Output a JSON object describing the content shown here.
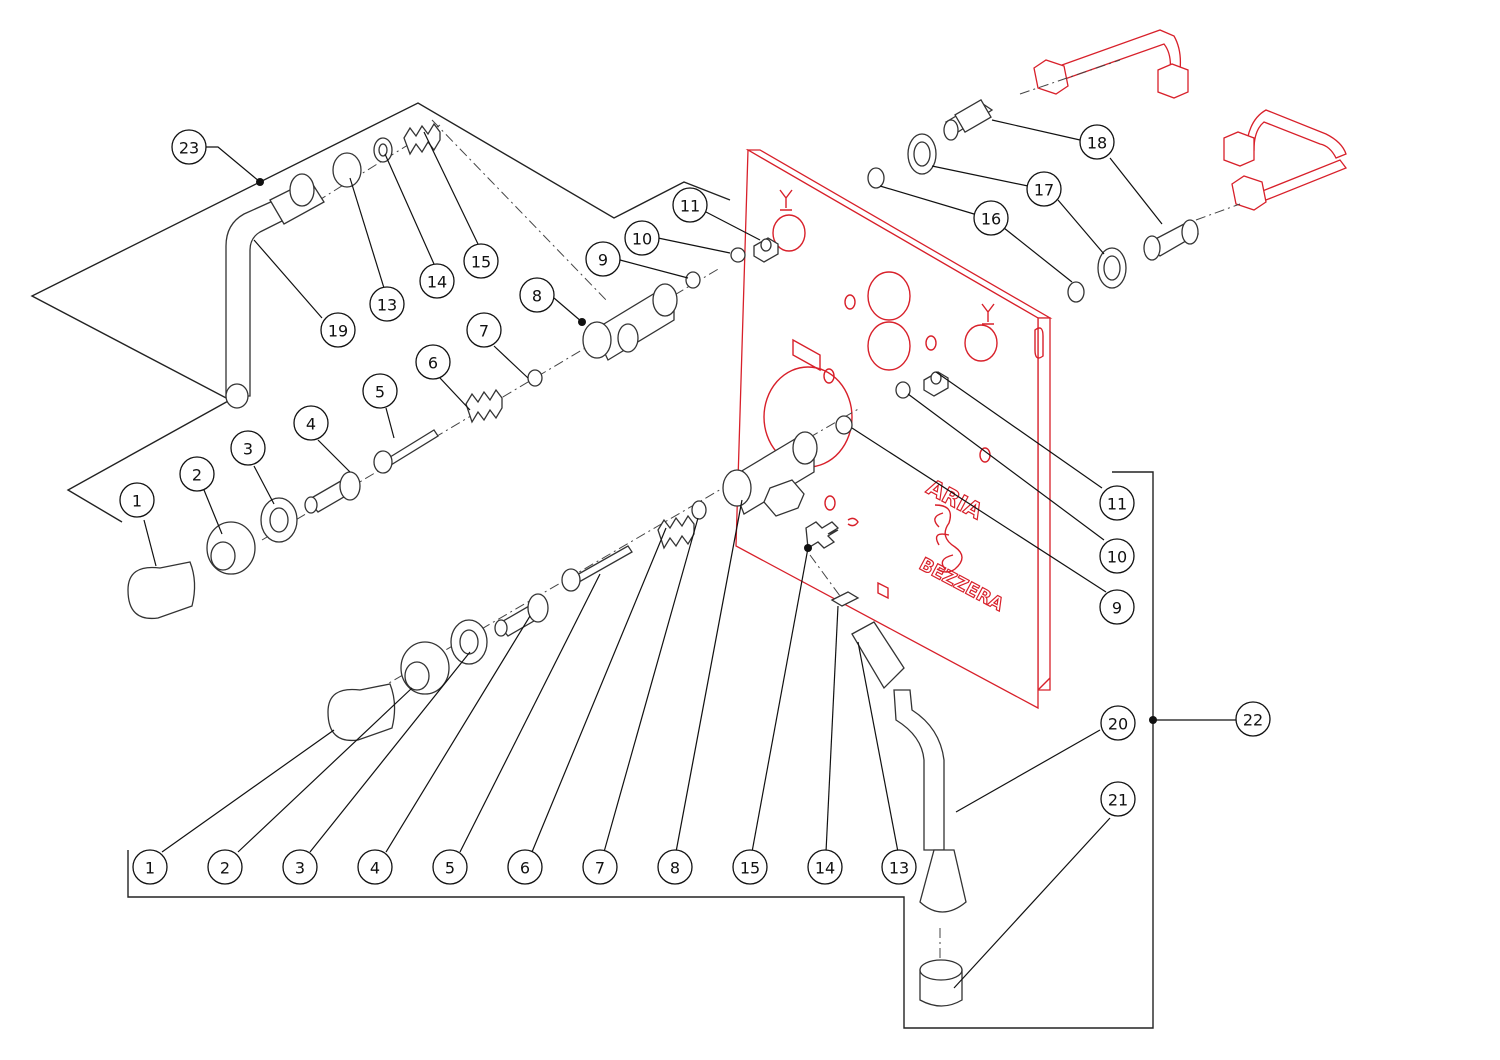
{
  "colors": {
    "line": "#222222",
    "highlight": "#d8202a",
    "background": "#ffffff"
  },
  "brand": {
    "top": "ARIA",
    "bottom": "BEZZERA"
  },
  "callouts": [
    {
      "id": "c23",
      "label": "23"
    },
    {
      "id": "c19",
      "label": "19"
    },
    {
      "id": "c13a",
      "label": "13"
    },
    {
      "id": "c14a",
      "label": "14"
    },
    {
      "id": "c15a",
      "label": "15"
    },
    {
      "id": "c11a",
      "label": "11"
    },
    {
      "id": "c10a",
      "label": "10"
    },
    {
      "id": "c9a",
      "label": "9"
    },
    {
      "id": "c8a",
      "label": "8"
    },
    {
      "id": "c7a",
      "label": "7"
    },
    {
      "id": "c6a",
      "label": "6"
    },
    {
      "id": "c5a",
      "label": "5"
    },
    {
      "id": "c4a",
      "label": "4"
    },
    {
      "id": "c3a",
      "label": "3"
    },
    {
      "id": "c2a",
      "label": "2"
    },
    {
      "id": "c1a",
      "label": "1"
    },
    {
      "id": "c18",
      "label": "18"
    },
    {
      "id": "c17",
      "label": "17"
    },
    {
      "id": "c16",
      "label": "16"
    },
    {
      "id": "c11b",
      "label": "11"
    },
    {
      "id": "c10b",
      "label": "10"
    },
    {
      "id": "c9b",
      "label": "9"
    },
    {
      "id": "c22",
      "label": "22"
    },
    {
      "id": "c20",
      "label": "20"
    },
    {
      "id": "c21",
      "label": "21"
    },
    {
      "id": "c1b",
      "label": "1"
    },
    {
      "id": "c2b",
      "label": "2"
    },
    {
      "id": "c3b",
      "label": "3"
    },
    {
      "id": "c4b",
      "label": "4"
    },
    {
      "id": "c5b",
      "label": "5"
    },
    {
      "id": "c6b",
      "label": "6"
    },
    {
      "id": "c7b",
      "label": "7"
    },
    {
      "id": "c8b",
      "label": "8"
    },
    {
      "id": "c15b",
      "label": "15"
    },
    {
      "id": "c14b",
      "label": "14"
    },
    {
      "id": "c13b",
      "label": "13"
    }
  ]
}
